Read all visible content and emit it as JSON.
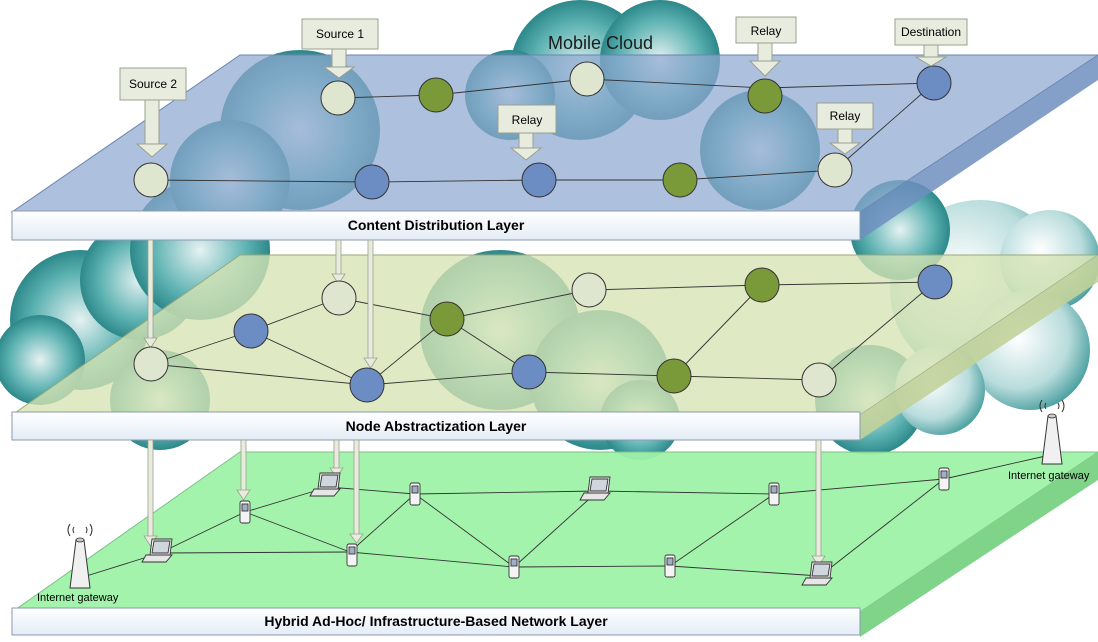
{
  "cloud": {
    "title": "Mobile Cloud",
    "color_dark": "#0f7a7a",
    "color_light": "#5fb3b3"
  },
  "layers": {
    "content": {
      "label": "Content Distribution Layer",
      "plane_color": "#9fb3d4"
    },
    "abstraction": {
      "label": "Node Abstractization Layer",
      "plane_color": "#cddcaa"
    },
    "network": {
      "label": "Hybrid Ad-Hoc/ Infrastructure-Based Network Layer",
      "plane_color": "#9ef2a8"
    }
  },
  "callouts": {
    "source1": "Source 1",
    "source2": "Source 2",
    "relay_top": "Relay",
    "destination": "Destination",
    "relay_mid": "Relay",
    "relay_right": "Relay"
  },
  "gateways": {
    "left": "Internet gateway",
    "right": "Internet gateway"
  },
  "node_colors": {
    "pale": "#dfe6cf",
    "blue": "#6c8cc4",
    "green": "#7a9a3a"
  },
  "devices": {
    "laptops": [
      "laptop",
      "laptop",
      "laptop",
      "laptop"
    ],
    "phones": [
      "phone",
      "phone",
      "phone",
      "phone",
      "phone",
      "phone",
      "phone"
    ]
  }
}
